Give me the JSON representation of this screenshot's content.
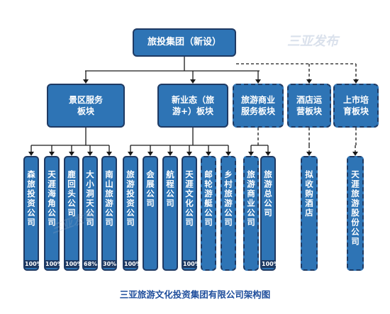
{
  "root": {
    "label": "旅投集团（新设）"
  },
  "segments": [
    {
      "label": "景区服务\n板块",
      "dashed": false
    },
    {
      "label": "新业态（旅\n游+）板块",
      "dashed": false
    },
    {
      "label": "旅游商业\n服务板块",
      "dashed": true
    },
    {
      "label": "酒店运\n营板块",
      "dashed": true
    },
    {
      "label": "上市培\n育板块",
      "dashed": true
    }
  ],
  "companies": [
    {
      "name": "森旅投资公司",
      "pct": "100%",
      "dashed": false
    },
    {
      "name": "天涯海角公司",
      "pct": "100%",
      "dashed": false
    },
    {
      "name": "鹿回头公司",
      "pct": "100%",
      "dashed": false
    },
    {
      "name": "大小洞天公司",
      "pct": "68%",
      "dashed": false
    },
    {
      "name": "南山旅游公司",
      "pct": "30%",
      "dashed": false
    },
    {
      "name": "旅游投资公司",
      "pct": "100%",
      "dashed": false
    },
    {
      "name": "会展公司",
      "pct": "",
      "dashed": false
    },
    {
      "name": "航程公司",
      "pct": "",
      "dashed": false
    },
    {
      "name": "天涯文化公司",
      "pct": "100%",
      "dashed": false
    },
    {
      "name": "邮轮游艇公司",
      "pct": "",
      "dashed": true
    },
    {
      "name": "乡村旅游公司",
      "pct": "",
      "dashed": true
    },
    {
      "name": "旅游商业公司",
      "pct": "",
      "dashed": true
    },
    {
      "name": "旅游总公司",
      "pct": "100%",
      "dashed": false
    },
    {
      "name": "拟收购酒店",
      "pct": "",
      "dashed": true
    },
    {
      "name": "天涯旅游股份公司",
      "pct": "",
      "dashed": true
    }
  ],
  "watermark": "三亚发布",
  "caption": "三亚旅游文化投资集团有限公司架构图",
  "colors": {
    "box": "#2e74b5",
    "border": "#1f3a63",
    "line": "#1a1a1a",
    "caption": "#1f4e9c"
  }
}
